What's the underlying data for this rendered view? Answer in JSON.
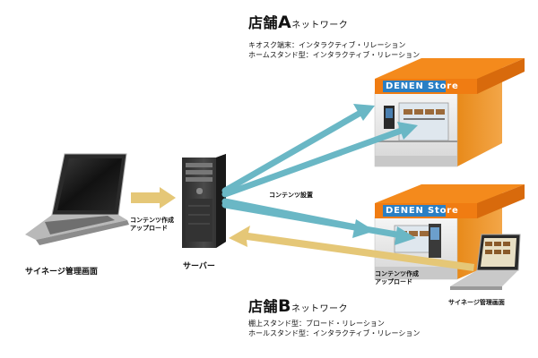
{
  "colors": {
    "store_orange": "#f07c12",
    "store_sign_blue": "#2a7fc4",
    "arrow_teal": "#6ab7c5",
    "arrow_gold": "#e5c777"
  },
  "store_a": {
    "title_prefix": "店舗",
    "title_letter": "A",
    "title_suffix": "ネットワーク",
    "desc": [
      "キオスク端末：インタラクティブ・リレーション",
      "ホームスタンド型：インタラクティブ・リレーション"
    ],
    "sign": "DENEN Store"
  },
  "store_b": {
    "title_prefix": "店舗",
    "title_letter": "B",
    "title_suffix": "ネットワーク",
    "desc": [
      "棚上スタンド型：ブロード・リレーション",
      "ホールスタンド型：インタラクティブ・リレーション"
    ],
    "sign": "DENEN Store"
  },
  "labels": {
    "laptop_left": "サイネージ管理画面",
    "server": "サーバー",
    "laptop_right": "サイネージ管理画面",
    "upload_left": [
      "コンテンツ作成",
      "アップロード"
    ],
    "upload_right": [
      "コンテンツ作成",
      "アップロード"
    ],
    "distribute": "コンテンツ設置"
  },
  "icons": [
    "laptop-icon",
    "server-tower-icon",
    "store-icon",
    "laptop-icon"
  ]
}
